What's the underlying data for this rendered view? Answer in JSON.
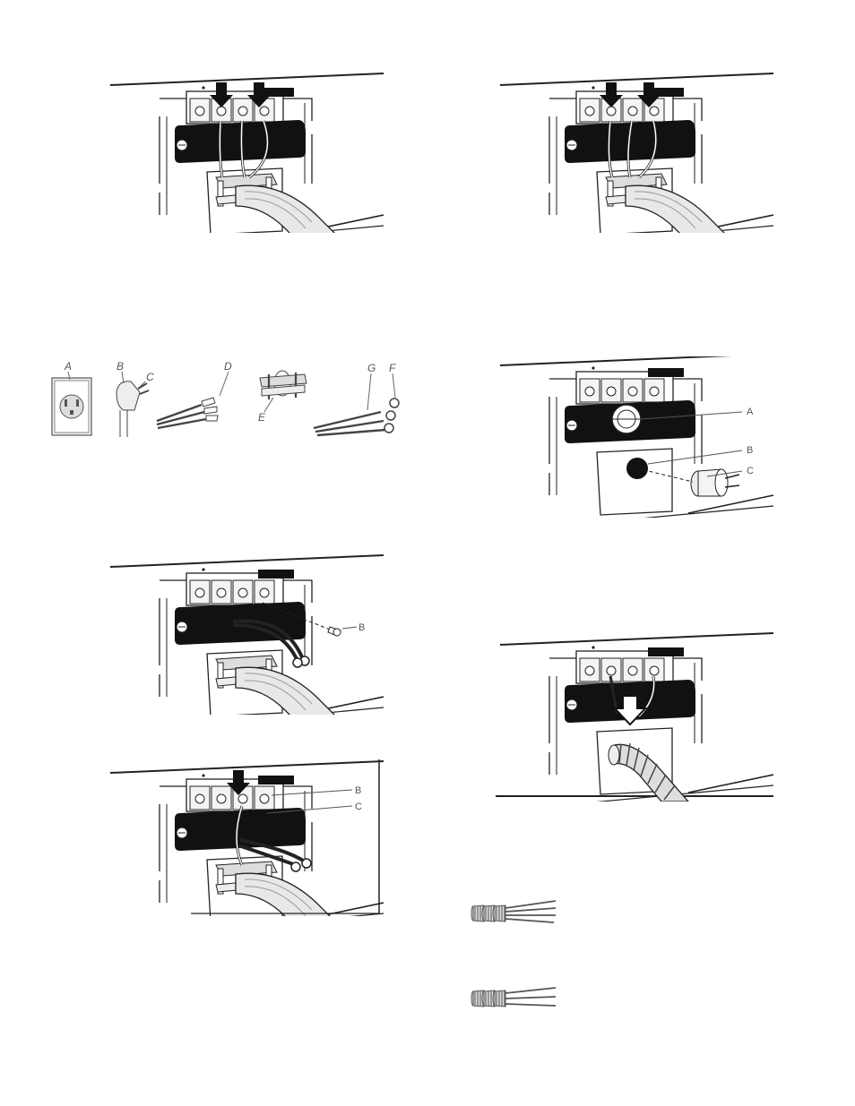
{
  "figures": {
    "parts": {
      "labels": {
        "a": "A",
        "b": "B",
        "c": "C",
        "d": "D",
        "e": "E",
        "f": "F",
        "g": "G"
      }
    },
    "conduit_fitting": {
      "labels": {
        "a": "A",
        "b": "B",
        "c": "C"
      }
    },
    "ground_screw": {
      "labels": {
        "b": "B"
      }
    },
    "neutral_connect": {
      "labels": {
        "b": "B",
        "c": "C"
      }
    }
  }
}
